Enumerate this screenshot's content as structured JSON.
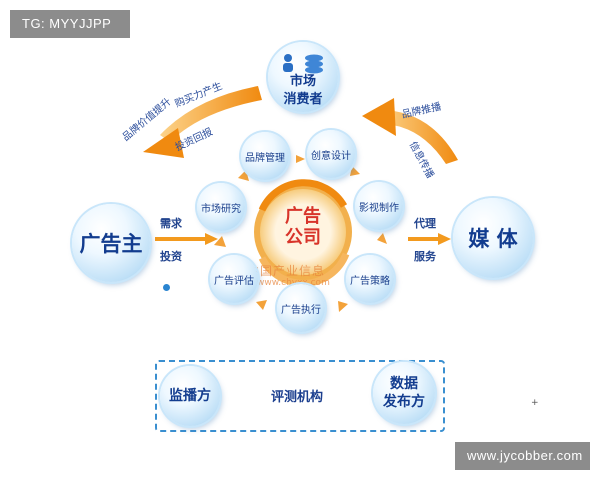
{
  "watermarks": {
    "top_left": "TG: MYYJJPP",
    "bottom_right": "www.jycobber.com"
  },
  "center": {
    "title": "广告\n公司",
    "watermark_cn": "中国产业信息",
    "watermark_url": "www.chyxx.com"
  },
  "consumer": {
    "label": "市场\n消费者"
  },
  "advertiser": {
    "label": "广告主"
  },
  "media": {
    "label": "媒 体"
  },
  "ring_nodes": {
    "brand_mgmt": "品牌管理",
    "creative": "创意设计",
    "video": "影视制作",
    "strategy": "广告策略",
    "execution": "广告执行",
    "evaluation": "广告评估",
    "research": "市场研究"
  },
  "edge_labels": {
    "demand": "需求",
    "invest": "投资",
    "agent": "代理",
    "service": "服务",
    "left_arc_1": "品牌价值提升",
    "left_arc_2": "购买力产生",
    "left_arc_3": "投资回报",
    "right_arc_1": "品牌推播",
    "right_arc_2": "信息传播"
  },
  "evaluation_box": {
    "monitor": "监播方",
    "agency": "评测机构",
    "data": "数据\n发布方"
  },
  "colors": {
    "node_text": "#1a3f8c",
    "arrow_orange": "#f39a1e",
    "center_red": "#d8342a",
    "dashed_border": "#3a8fd0"
  }
}
